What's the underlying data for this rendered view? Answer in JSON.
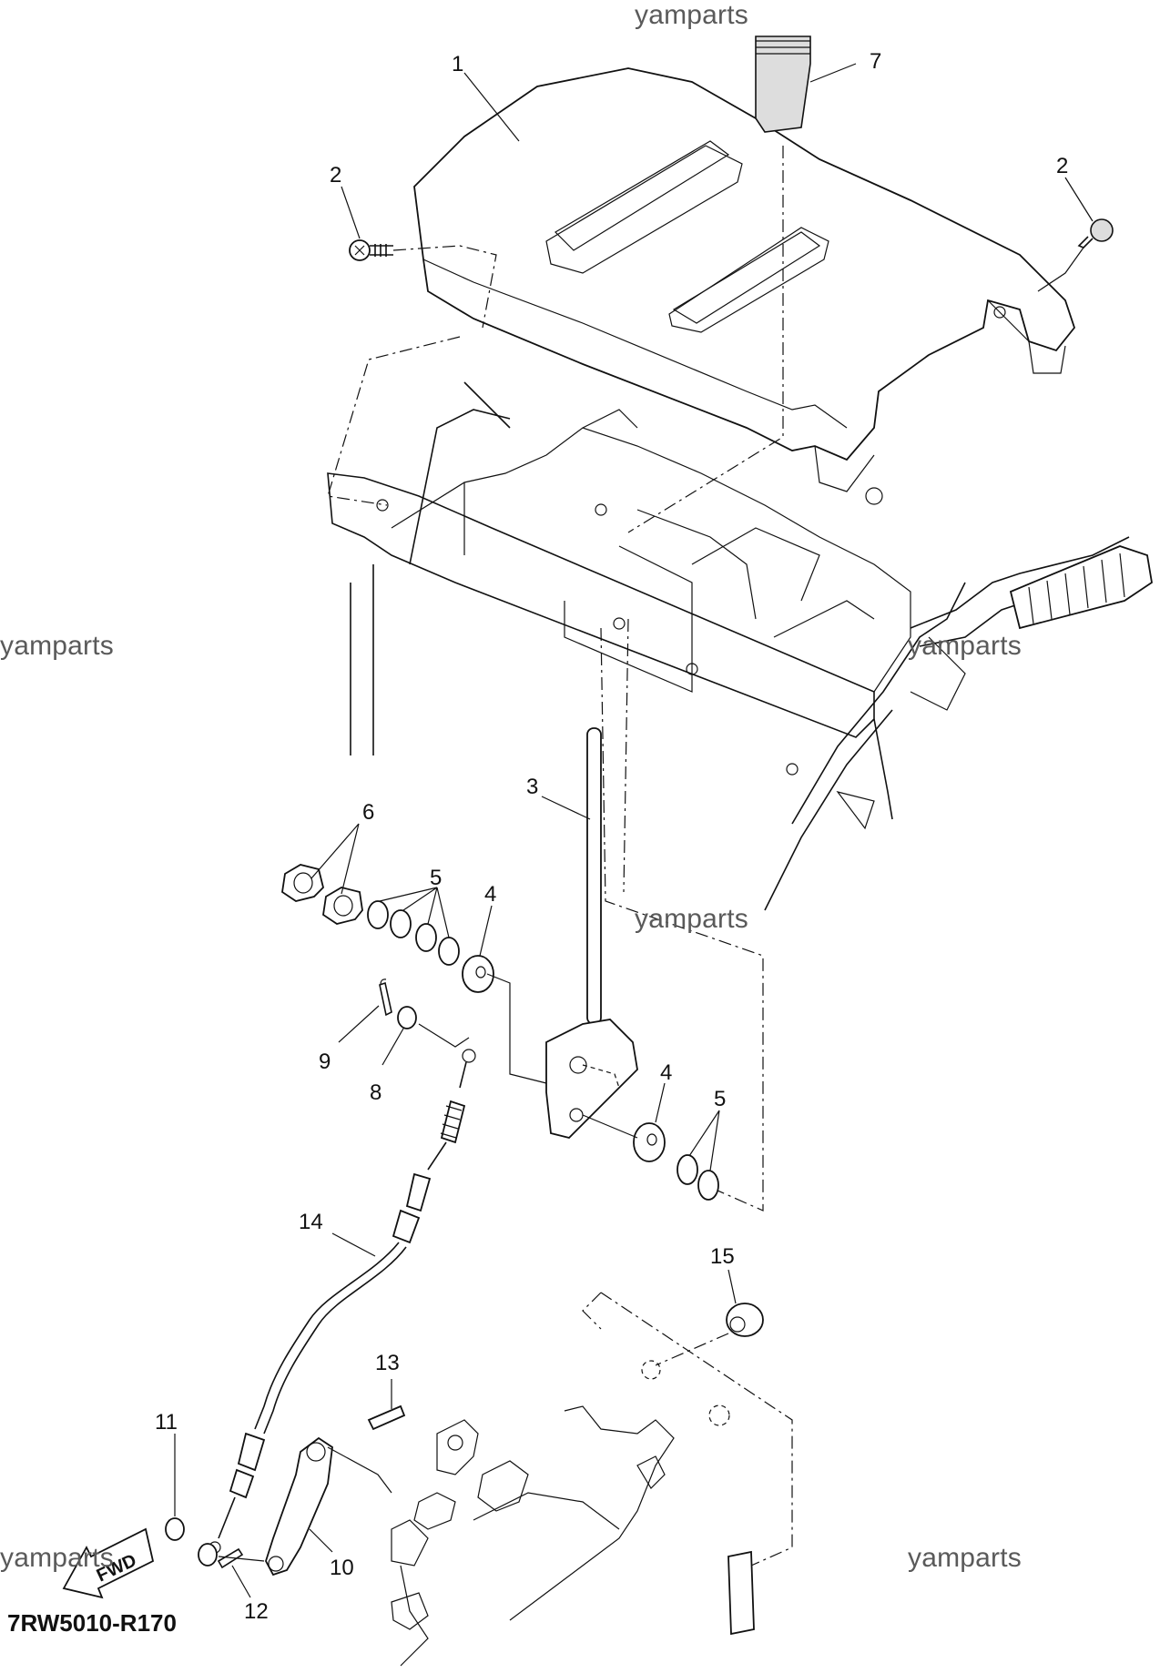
{
  "watermark": "yamparts",
  "diagram_code": "7RW5010-R170",
  "fwd_label": "FWD",
  "callouts": {
    "c1": "1",
    "c2a": "2",
    "c2b": "2",
    "c3": "3",
    "c4a": "4",
    "c4b": "4",
    "c5a": "5",
    "c5b": "5",
    "c6": "6",
    "c7": "7",
    "c8": "8",
    "c9": "9",
    "c10": "10",
    "c11": "11",
    "c12": "12",
    "c13": "13",
    "c14": "14",
    "c15": "15"
  }
}
